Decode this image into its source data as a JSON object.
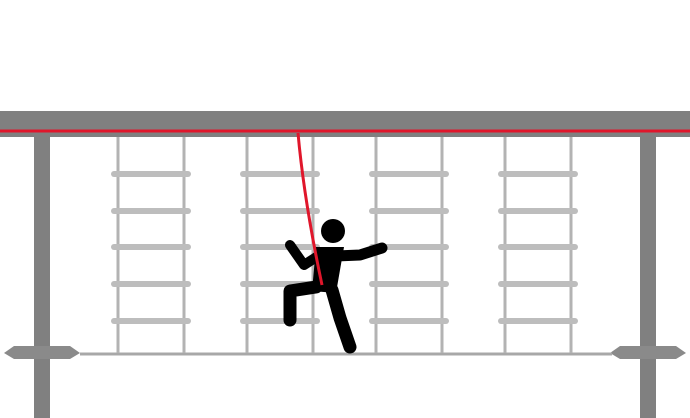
{
  "illustration": {
    "subject": "climbing-figure-on-rope-ladder-course",
    "colors": {
      "background": "#ffffff",
      "beam": "#808080",
      "post": "#808080",
      "post_cap": "#8a8a8a",
      "ladder": "#bdbdbd",
      "ladder_rail": "#b3b3b3",
      "base_line": "#a8a8a8",
      "safety_line": "#e0162b",
      "figure": "#000000"
    },
    "ladder_count": 4,
    "rungs_per_ladder": 5,
    "icons": [
      "climber-icon",
      "safety-rope",
      "rope-ladder"
    ]
  }
}
